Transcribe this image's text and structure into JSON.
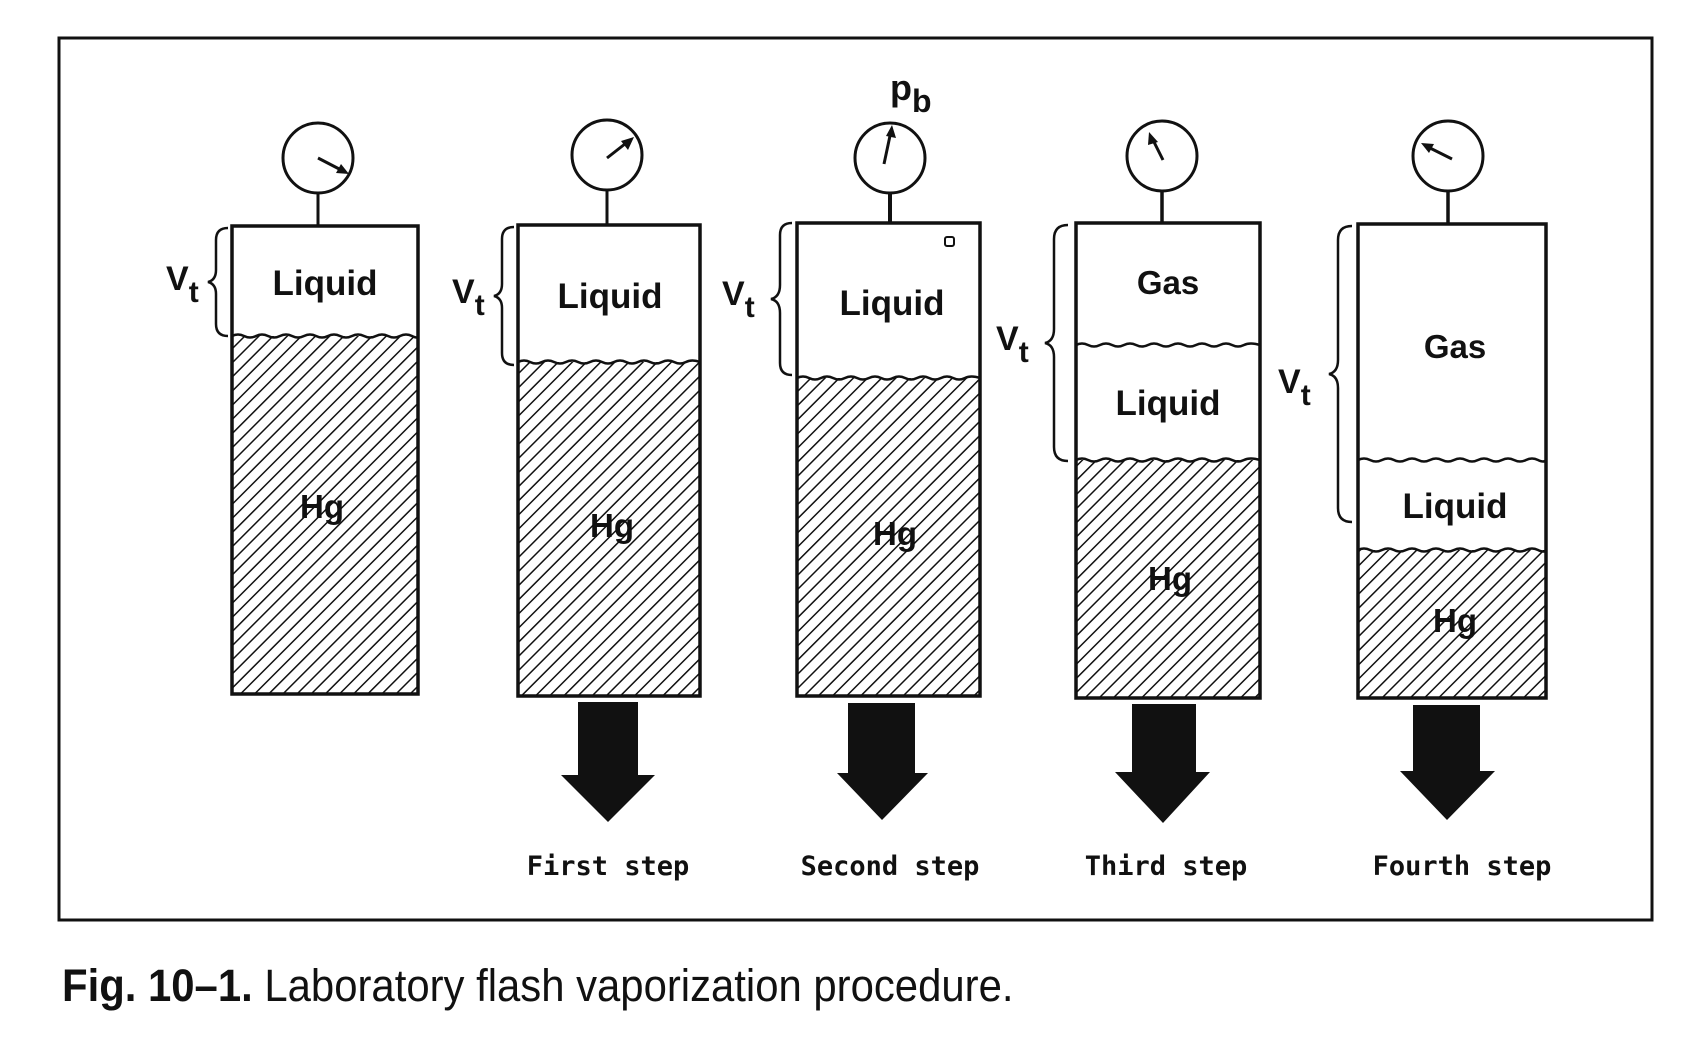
{
  "figure": {
    "caption_number": "Fig. 10–1.",
    "caption_text": "Laboratory flash vaporization procedure.",
    "pressure_label": "p",
    "pressure_subscript": "b",
    "volume_label": "V",
    "volume_subscript": "t",
    "colors": {
      "ink": "#111111",
      "background": "#ffffff"
    }
  },
  "cells": [
    {
      "id": "initial",
      "phases": [
        "Liquid",
        "Hg"
      ],
      "gauge_icon": "pressure-gauge-icon",
      "step_label": null
    },
    {
      "id": "first",
      "phases": [
        "Liquid",
        "Hg"
      ],
      "gauge_icon": "pressure-gauge-icon",
      "step_label": "First step"
    },
    {
      "id": "second",
      "phases": [
        "Liquid",
        "Hg"
      ],
      "gauge_icon": "pressure-gauge-icon",
      "step_label": "Second step"
    },
    {
      "id": "third",
      "phases": [
        "Gas",
        "Liquid",
        "Hg"
      ],
      "gauge_icon": "pressure-gauge-icon",
      "step_label": "Third step"
    },
    {
      "id": "fourth",
      "phases": [
        "Gas",
        "Liquid",
        "Hg"
      ],
      "gauge_icon": "pressure-gauge-icon",
      "step_label": "Fourth step"
    }
  ]
}
